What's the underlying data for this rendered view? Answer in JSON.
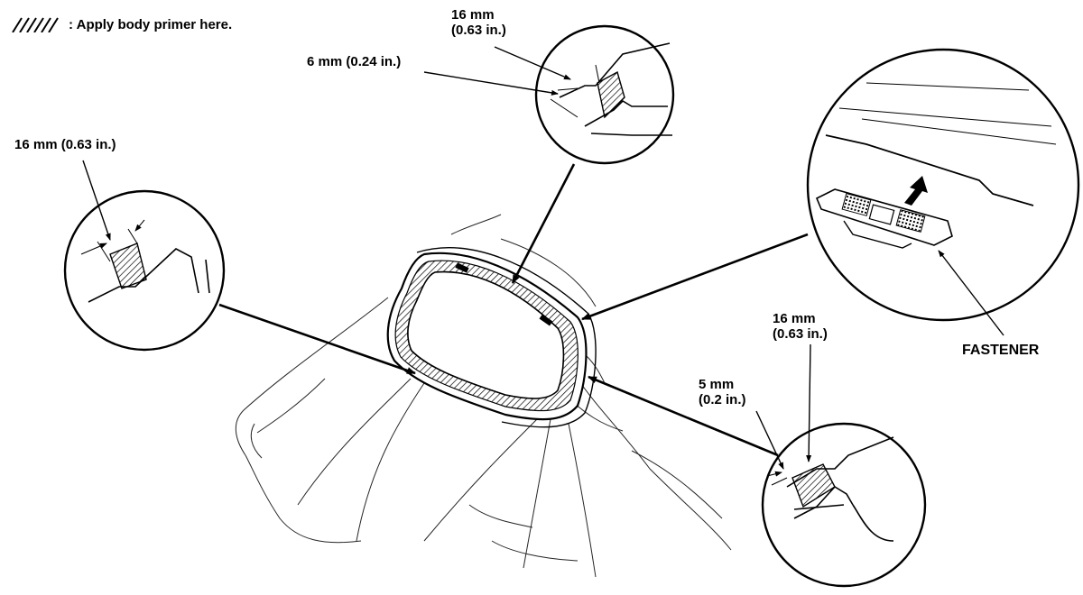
{
  "legend": {
    "text": ": Apply body primer here."
  },
  "callouts": {
    "top_width": {
      "line1": "16 mm",
      "line2": "(0.63 in.)"
    },
    "top_offset": {
      "text": "6 mm (0.24 in.)"
    },
    "left_width": {
      "text": "16 mm (0.63 in.)"
    },
    "right_width": {
      "line1": "16 mm",
      "line2": "(0.63 in.)"
    },
    "right_offset": {
      "line1": "5 mm",
      "line2": "(0.2 in.)"
    },
    "fastener": {
      "text": "FASTENER"
    }
  },
  "colors": {
    "ink": "#000000",
    "background": "#ffffff"
  }
}
